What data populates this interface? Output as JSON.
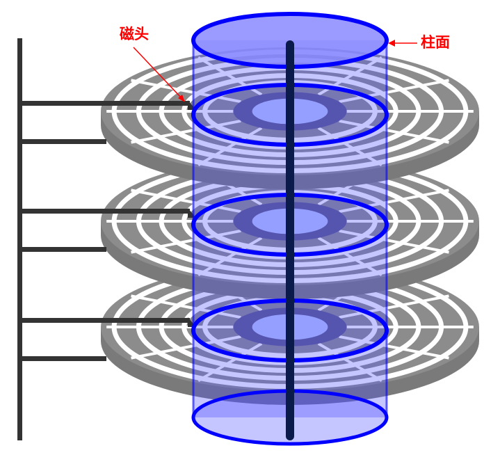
{
  "labels": {
    "head": "磁头",
    "cylinder": "柱面"
  },
  "platter_count": 3,
  "colors": {
    "platter": "#8c8c8c",
    "cylinder_fill": "#4a4aff",
    "cylinder_stroke": "#0000ff",
    "spindle": "#0a1a4a",
    "arm": "#333333",
    "annotation": "#ff0000"
  }
}
